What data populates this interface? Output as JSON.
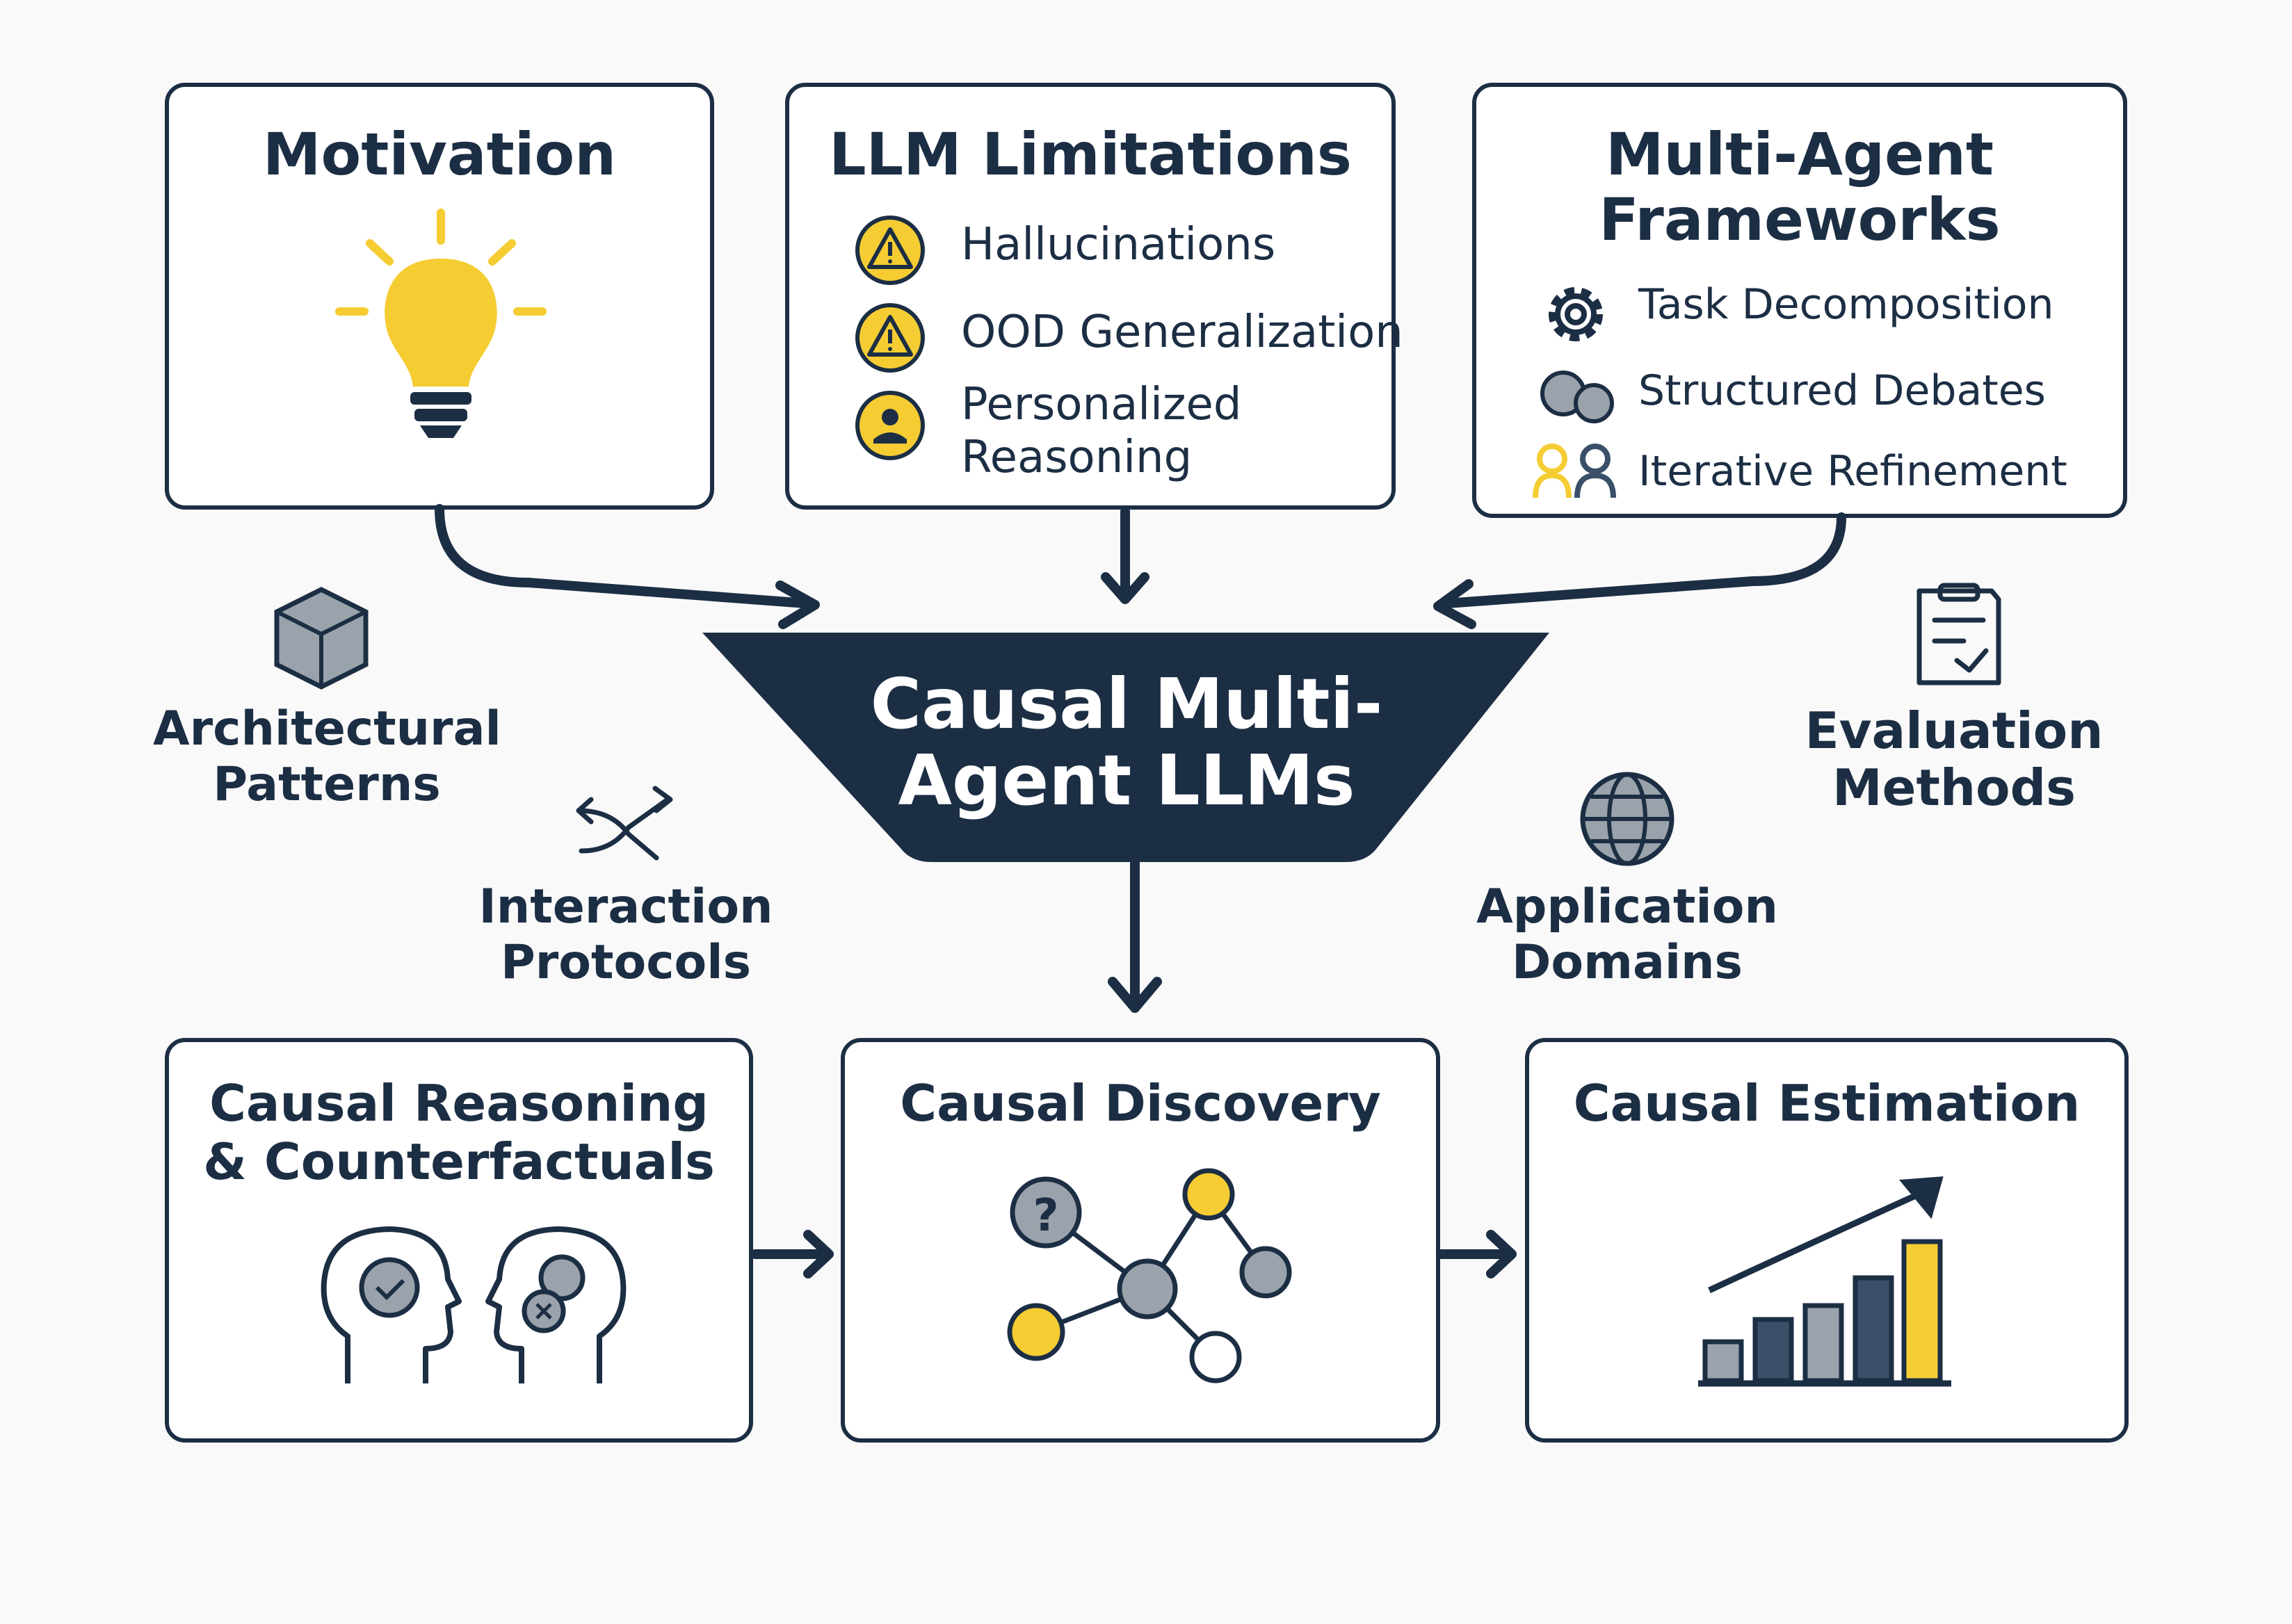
{
  "colors": {
    "navy": "#1c2e44",
    "yellow": "#f5cd33",
    "gray": "#9aa3ab",
    "slate": "#3a4f68"
  },
  "center": {
    "line1": "Causal Multi-",
    "line2": "Agent LLMs"
  },
  "top_boxes": {
    "motivation": {
      "title": "Motivation",
      "icon": "lightbulb-icon"
    },
    "limitations": {
      "title": "LLM Limitations",
      "items": [
        {
          "label": "Hallucinations",
          "icon": "warning-icon"
        },
        {
          "label": "OOD Generalization",
          "icon": "warning-icon"
        },
        {
          "label_line1": "Personalized",
          "label_line2": "Reasoning",
          "icon": "user-icon"
        }
      ]
    },
    "frameworks": {
      "title_line1": "Multi-Agent",
      "title_line2": "Frameworks",
      "items": [
        {
          "label": "Task Decomposition",
          "icon": "gear-icon"
        },
        {
          "label": "Structured Debates",
          "icon": "chat-bubbles-icon"
        },
        {
          "label": "Iterative Refinement",
          "icon": "people-icon"
        }
      ]
    }
  },
  "side_labels": {
    "architectural": {
      "line1": "Architectural",
      "line2": "Patterns",
      "icon": "cube-icon"
    },
    "interaction": {
      "line1": "Interaction",
      "line2": "Protocols",
      "icon": "shuffle-arrows-icon"
    },
    "application": {
      "line1": "Application",
      "line2": "Domains",
      "icon": "globe-icon"
    },
    "evaluation": {
      "line1": "Evaluation",
      "line2": "Methods",
      "icon": "clipboard-check-icon"
    }
  },
  "bottom_boxes": {
    "reasoning": {
      "title_line1": "Causal Reasoning",
      "title_line2": "& Counterfactuals",
      "icon": "heads-icon"
    },
    "discovery": {
      "title": "Causal Discovery",
      "icon": "graph-icon"
    },
    "estimation": {
      "title": "Causal Estimation",
      "icon": "bar-chart-icon"
    }
  }
}
